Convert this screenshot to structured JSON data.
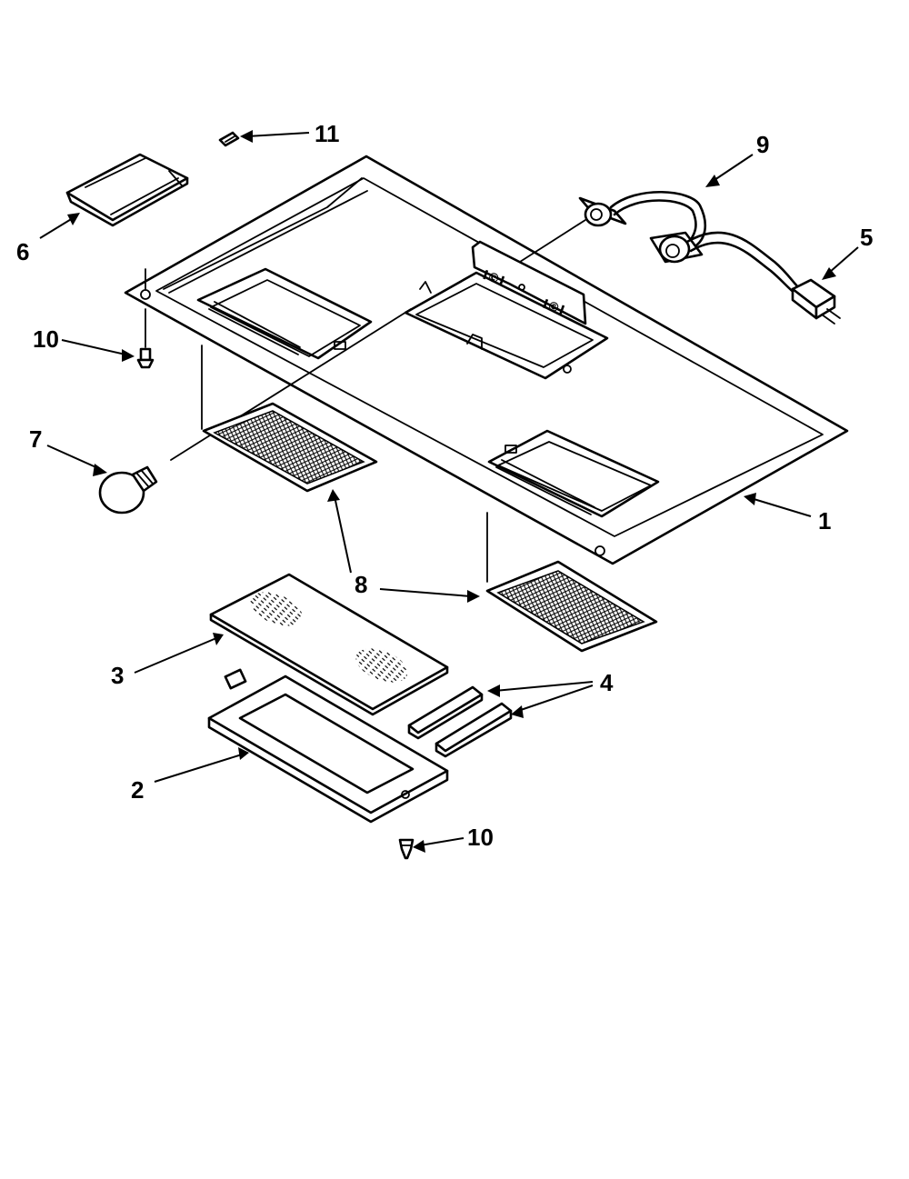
{
  "colors": {
    "line": "#000000",
    "background": "#ffffff"
  },
  "callouts": {
    "frame": "1",
    "grille_cover": "2",
    "charcoal_filter": "3",
    "trim_strips": "4",
    "wire_harness_plug": "5",
    "top_bracket": "6",
    "light_bulb": "7",
    "grease_filter_left": "8",
    "grease_filter_right": "8",
    "lamp_socket_harness": "9",
    "screw_left": "10",
    "screw_bottom": "10",
    "screw_top": "11"
  }
}
